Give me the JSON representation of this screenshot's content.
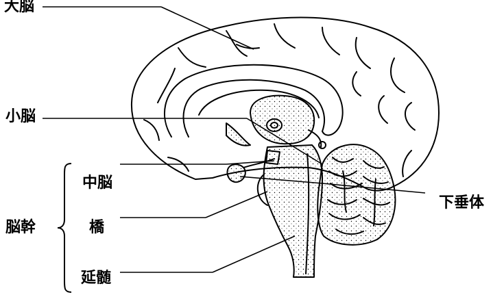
{
  "labels": {
    "cerebrum": "大脳",
    "cerebellum": "小脳",
    "midbrain": "中脳",
    "brainstem": "脳幹",
    "pons": "橋",
    "medulla": "延髄",
    "pituitary": "下垂体"
  },
  "colors": {
    "ink": "#000000",
    "background": "#ffffff"
  }
}
